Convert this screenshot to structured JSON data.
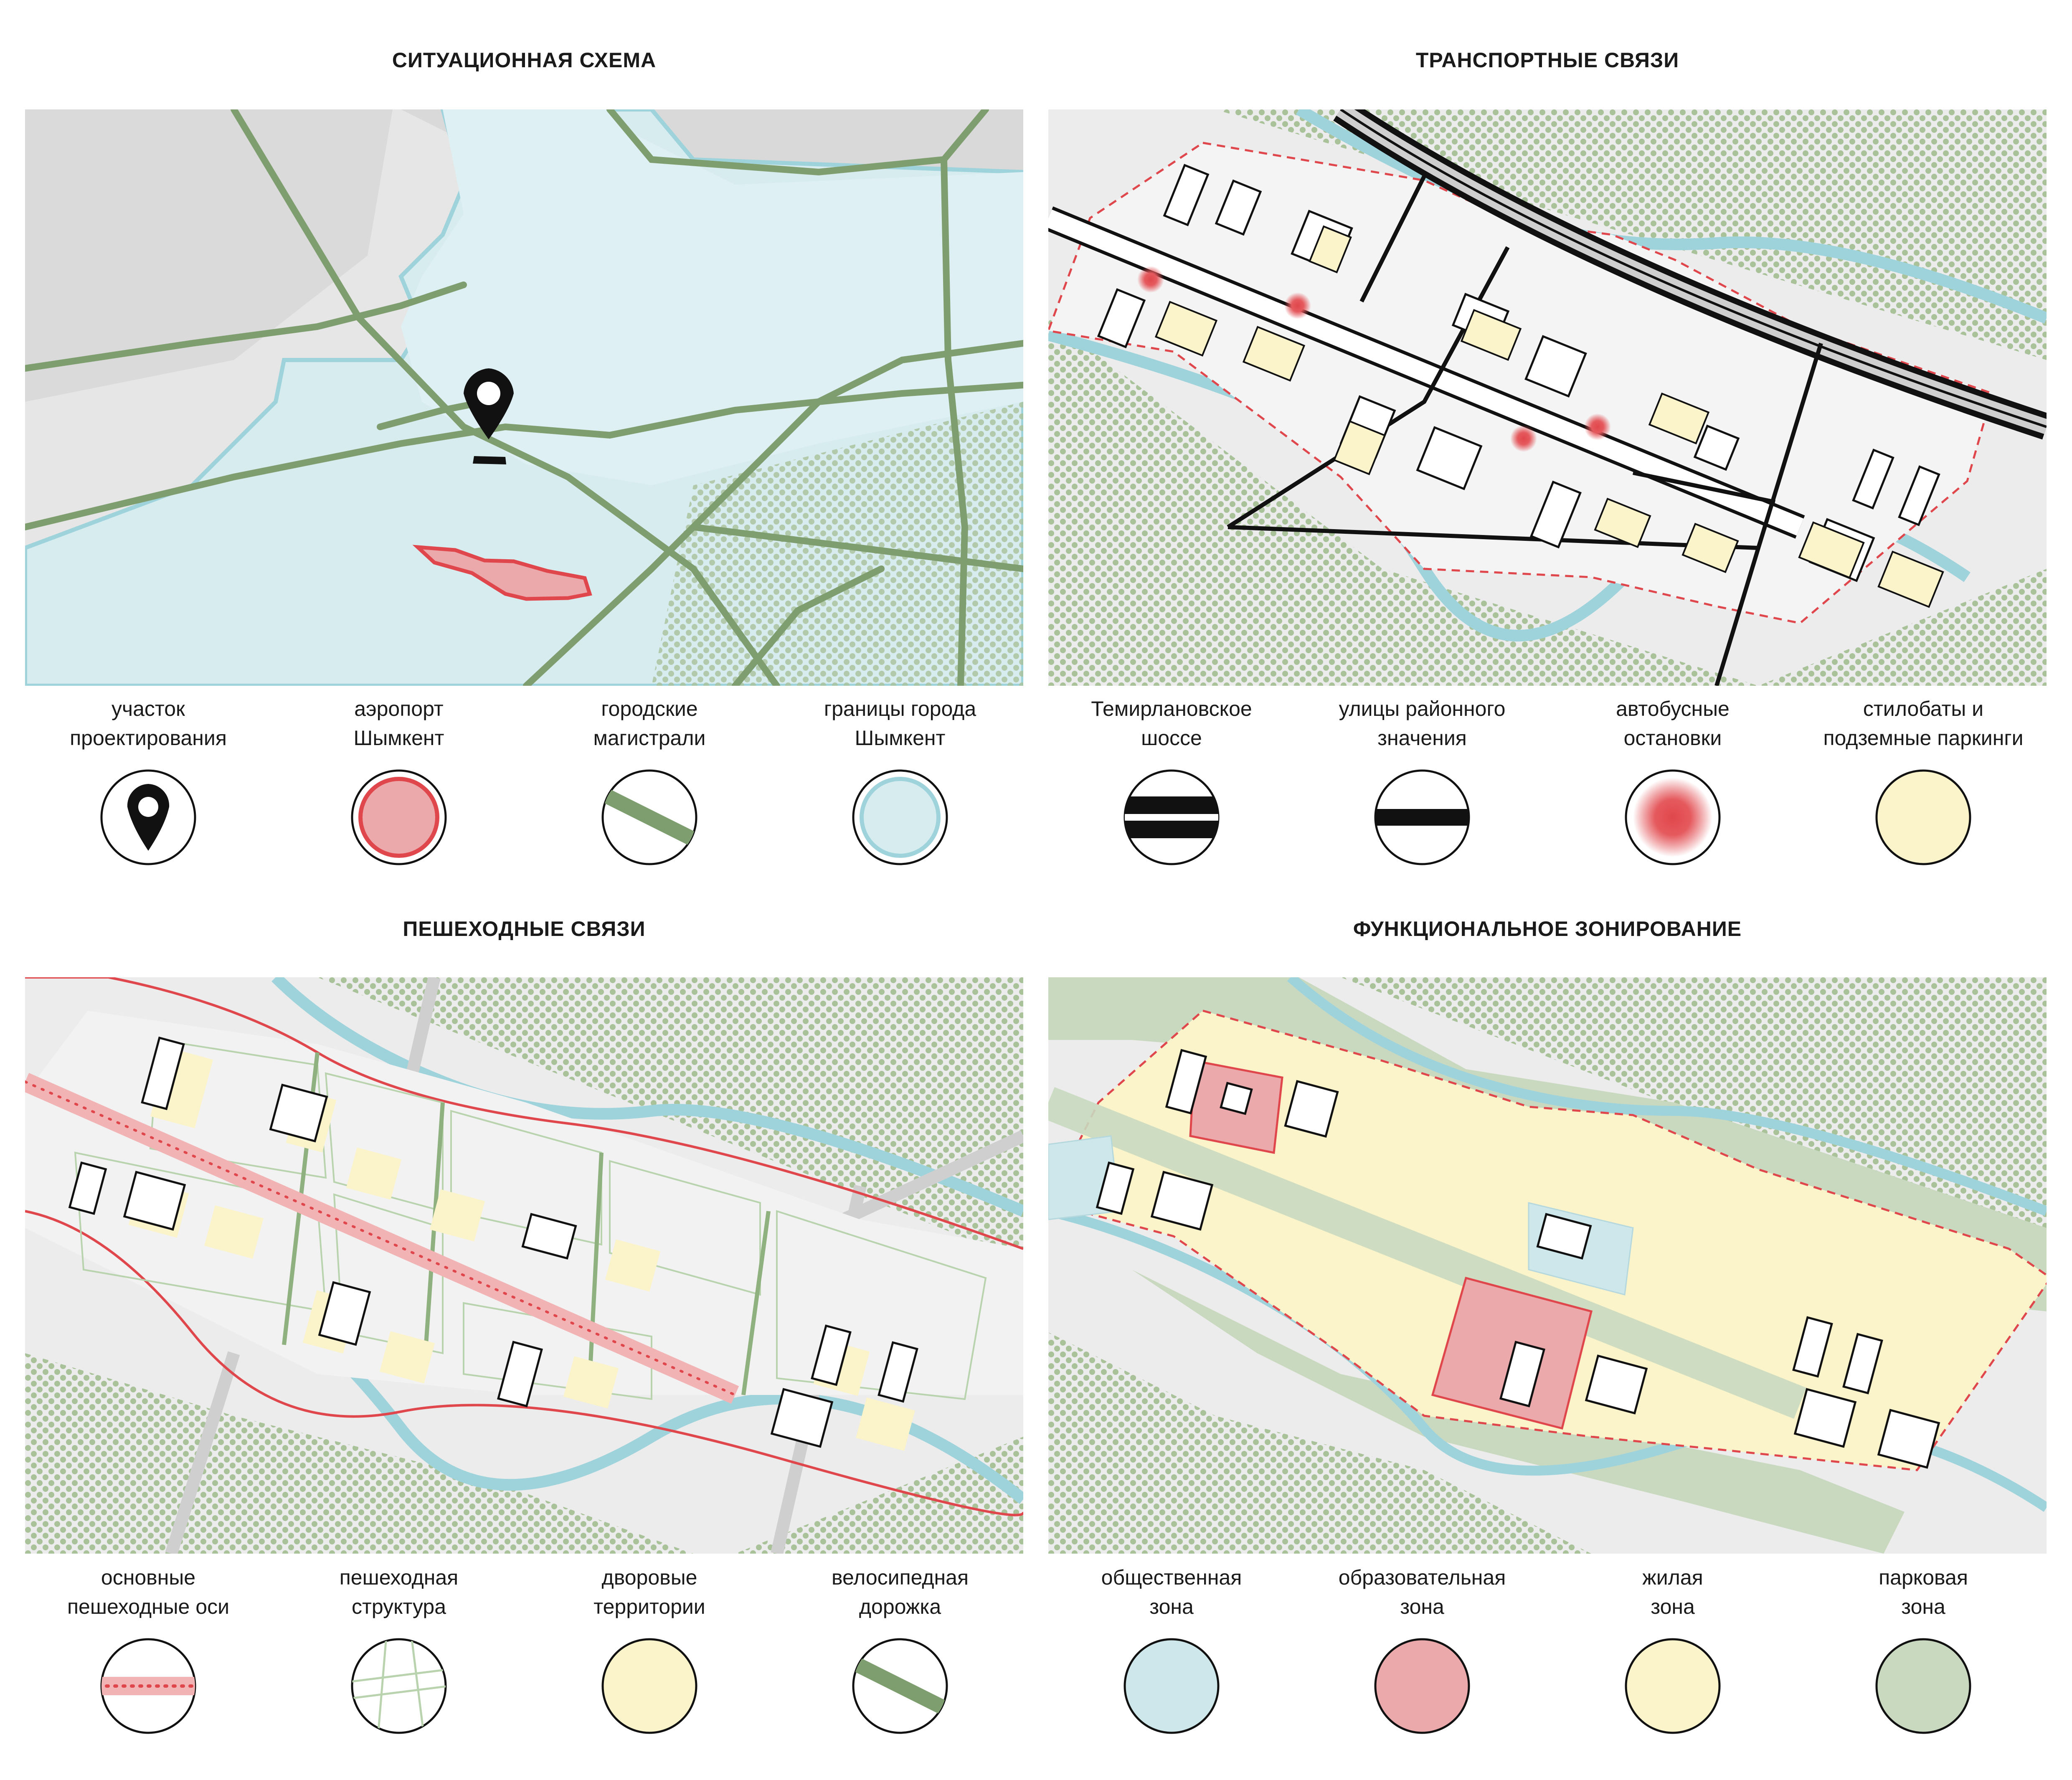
{
  "panels": {
    "situation": {
      "title": "СИТУАЦИОННАЯ СХЕМА",
      "legend": [
        {
          "line1": "участок",
          "line2": "проектирования",
          "icon": "location-pin-icon"
        },
        {
          "line1": "аэропорт",
          "line2": "Шымкент",
          "icon": "airport-area-icon"
        },
        {
          "line1": "городские",
          "line2": "магистрали",
          "icon": "highway-icon"
        },
        {
          "line1": "границы города",
          "line2": "Шымкент",
          "icon": "city-boundary-icon"
        }
      ]
    },
    "transport": {
      "title": "ТРАНСПОРТНЫЕ СВЯЗИ",
      "legend": [
        {
          "line1": "Темирлановское",
          "line2": "шоссе",
          "icon": "highway-double-line-icon"
        },
        {
          "line1": "улицы районного",
          "line2": "значения",
          "icon": "district-street-icon"
        },
        {
          "line1": "автобусные",
          "line2": "остановки",
          "icon": "bus-stop-icon"
        },
        {
          "line1": "стилобаты и",
          "line2": "подземные паркинги",
          "icon": "parking-icon"
        }
      ]
    },
    "pedestrian": {
      "title": "ПЕШЕХОДНЫЕ СВЯЗИ",
      "legend": [
        {
          "line1": "основные",
          "line2": "пешеходные оси",
          "icon": "pedestrian-axis-icon"
        },
        {
          "line1": "пешеходная",
          "line2": "структура",
          "icon": "pedestrian-grid-icon"
        },
        {
          "line1": "дворовые",
          "line2": "территории",
          "icon": "courtyard-icon"
        },
        {
          "line1": "велосипедная",
          "line2": "дорожка",
          "icon": "bike-lane-icon"
        }
      ]
    },
    "zoning": {
      "title": "ФУНКЦИОНАЛЬНОЕ ЗОНИРОВАНИЕ",
      "legend": [
        {
          "line1": "общественная",
          "line2": "зона",
          "icon": "public-zone-icon"
        },
        {
          "line1": "образовательная",
          "line2": "зона",
          "icon": "education-zone-icon"
        },
        {
          "line1": "жилая",
          "line2": "зона",
          "icon": "residential-zone-icon"
        },
        {
          "line1": "парковая",
          "line2": "зона",
          "icon": "park-zone-icon"
        }
      ]
    }
  },
  "colors": {
    "road_green": "#7e9e6f",
    "river_blue": "#9fd3dc",
    "city_fill": "#d7ecef",
    "accent_red": "#e0474c",
    "pink_fill": "#eba9ab",
    "stylobate": "#fbf3c9",
    "park_green": "#c9d9c0",
    "public_blue": "#cde7ea",
    "map_grey": "#e9e9e9",
    "dark_grey": "#cfcfcf"
  }
}
